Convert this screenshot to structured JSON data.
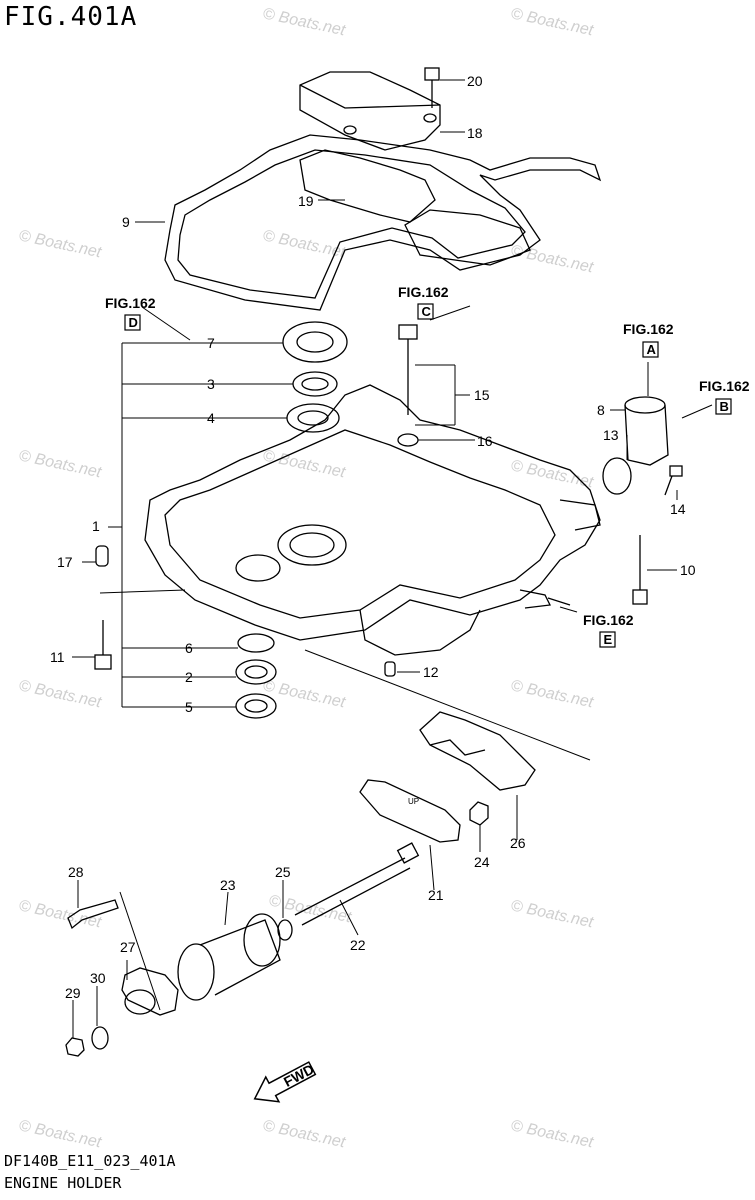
{
  "figure": {
    "title": "FIG.401A",
    "code": "DF140B_E11_023_401A",
    "caption": "ENGINE HOLDER"
  },
  "callouts": [
    "1",
    "2",
    "3",
    "4",
    "5",
    "6",
    "7",
    "8",
    "9",
    "10",
    "11",
    "12",
    "13",
    "14",
    "15",
    "16",
    "17",
    "18",
    "19",
    "20",
    "21",
    "22",
    "23",
    "24",
    "25",
    "26",
    "27",
    "28",
    "29",
    "30"
  ],
  "references": [
    {
      "label": "FIG.162",
      "box": "D"
    },
    {
      "label": "FIG.162",
      "box": "C"
    },
    {
      "label": "FIG.162",
      "box": "A"
    },
    {
      "label": "FIG.162",
      "box": "B"
    },
    {
      "label": "FIG.162",
      "box": "E"
    }
  ],
  "watermark": "© Boats.net",
  "fwd_label": "FWD",
  "gasket_mark": "UP"
}
